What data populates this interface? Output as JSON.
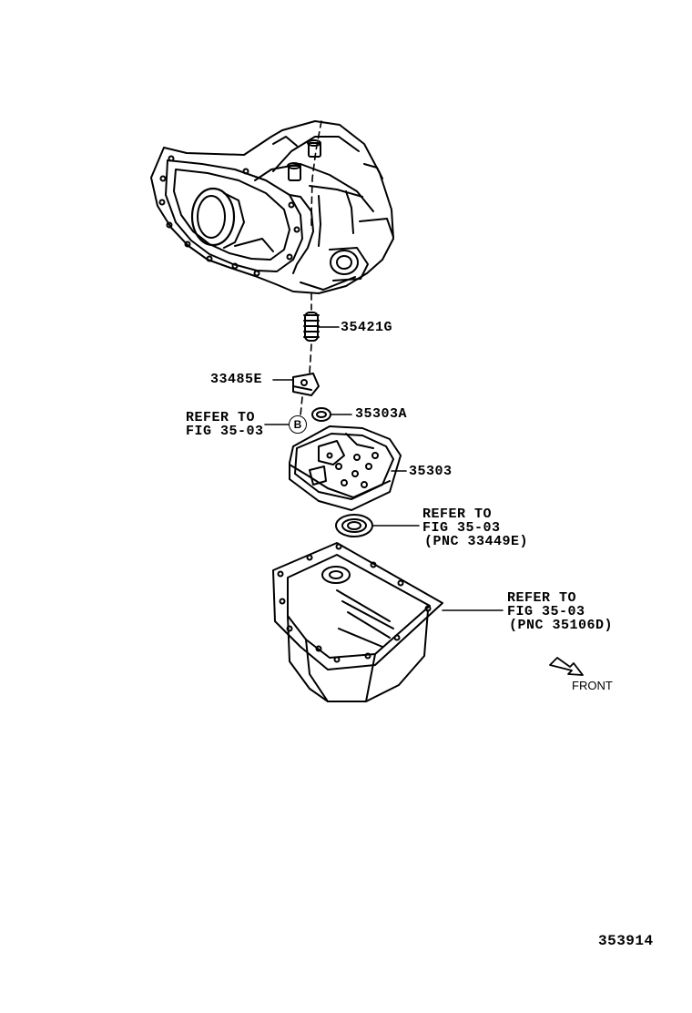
{
  "parts": {
    "spring": "35421G",
    "plate": "33485E",
    "o_ring": "35303A",
    "strainer": "35303"
  },
  "references": {
    "ref_b": {
      "circle": "B",
      "line1": "REFER TO",
      "line2": "FIG 35-03"
    },
    "ref_seal": {
      "line1": "REFER TO",
      "line2": "FIG 35-03",
      "line3": "(PNC 33449E)"
    },
    "ref_pan": {
      "line1": "REFER TO",
      "line2": "FIG 35-03",
      "line3": "(PNC 35106D)"
    }
  },
  "front_label": "FRONT",
  "figure_number": "353914"
}
